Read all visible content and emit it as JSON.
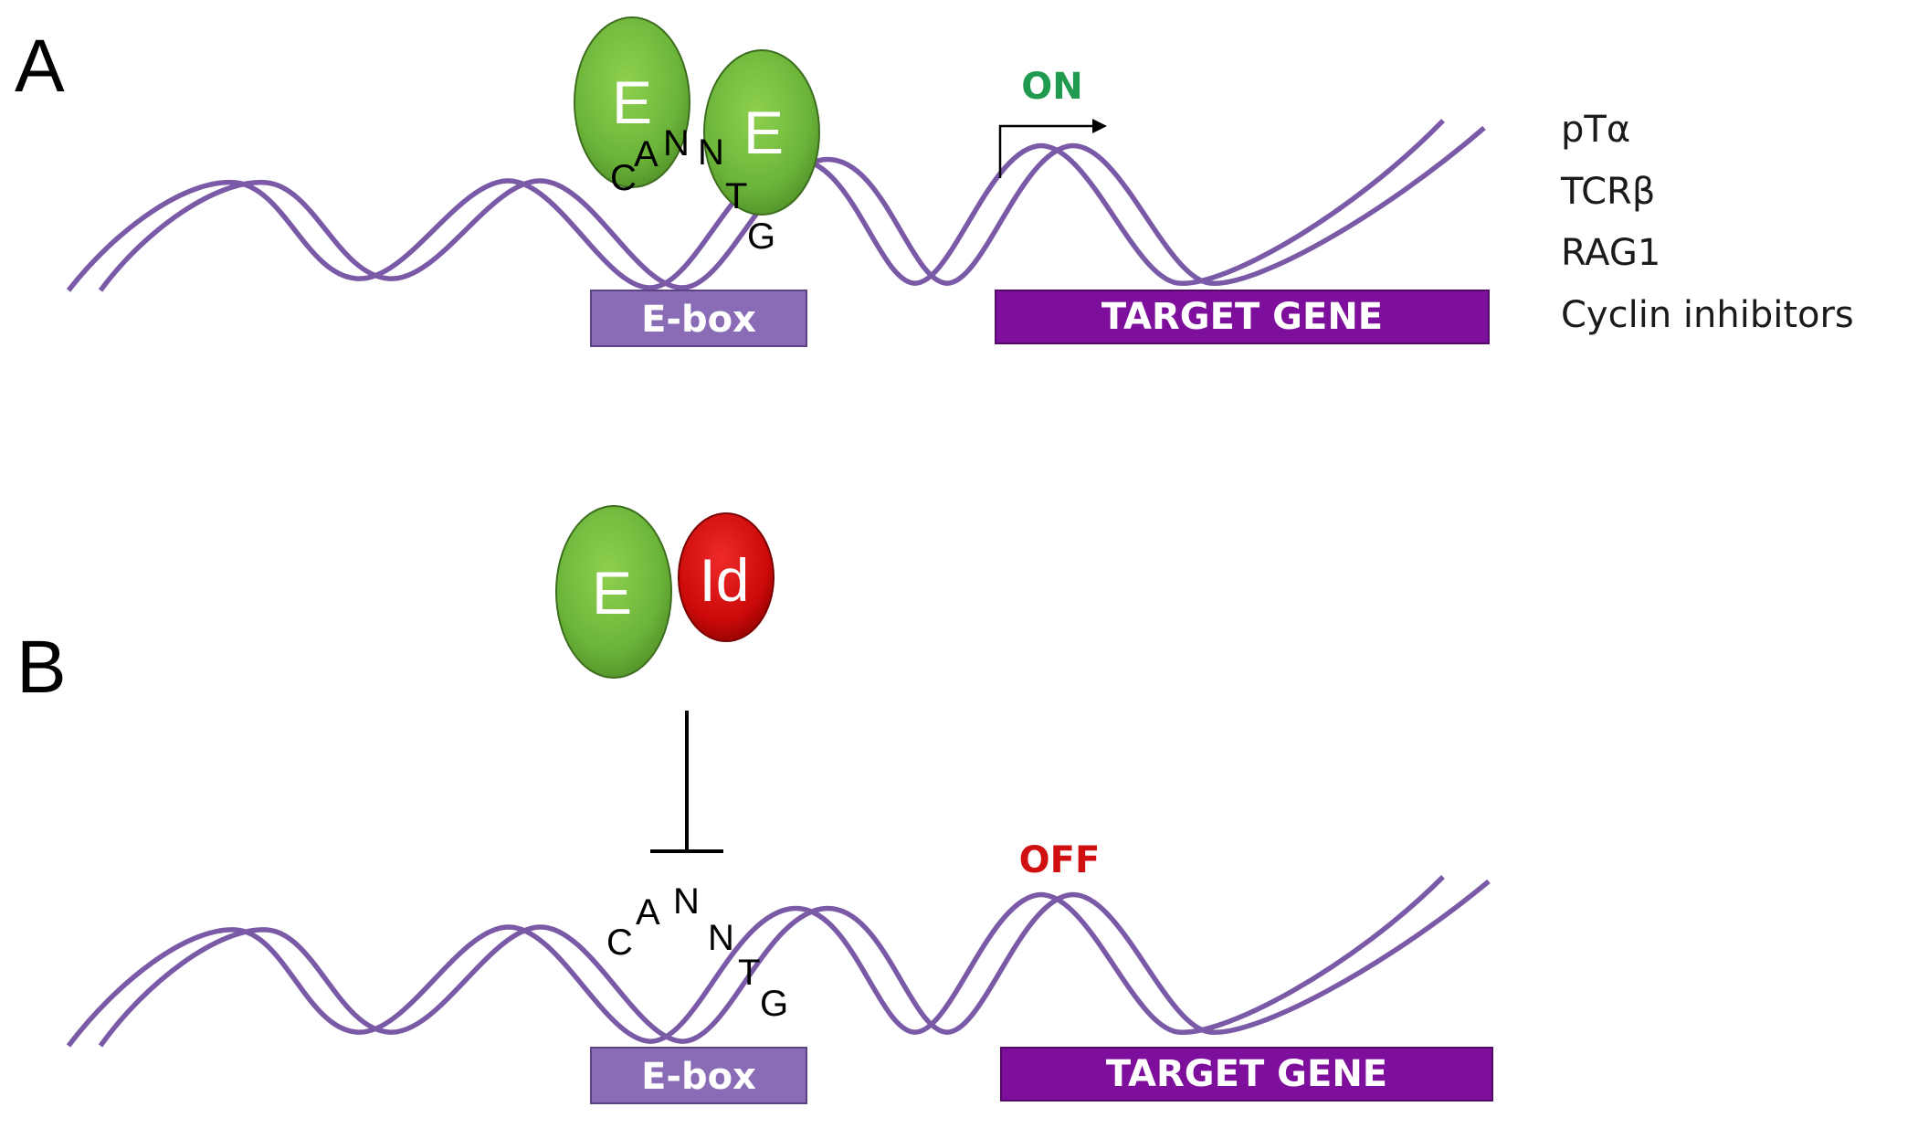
{
  "colors": {
    "dna_strand": "#7a5aa6",
    "ebox_fill": "#8a6bb5",
    "target_fill": "#7d0f9c",
    "e_protein": "#6fb83a",
    "id_protein": "#d40f0f",
    "on_text": "#1f9a4e",
    "off_text": "#d01010"
  },
  "panel_a": {
    "letter": "A",
    "proteins": [
      "E",
      "E"
    ],
    "sequence": [
      "C",
      "A",
      "N",
      "N",
      "T",
      "G"
    ],
    "ebox_label": "E-box",
    "target_label": "TARGET GENE",
    "state": "ON",
    "target_genes": [
      "pTα",
      "TCRβ",
      "RAG1",
      "Cyclin inhibitors"
    ]
  },
  "panel_b": {
    "letter": "B",
    "proteins": [
      "E",
      "Id"
    ],
    "sequence": [
      "C",
      "A",
      "N",
      "N",
      "T",
      "G"
    ],
    "ebox_label": "E-box",
    "target_label": "TARGET GENE",
    "state": "OFF"
  }
}
